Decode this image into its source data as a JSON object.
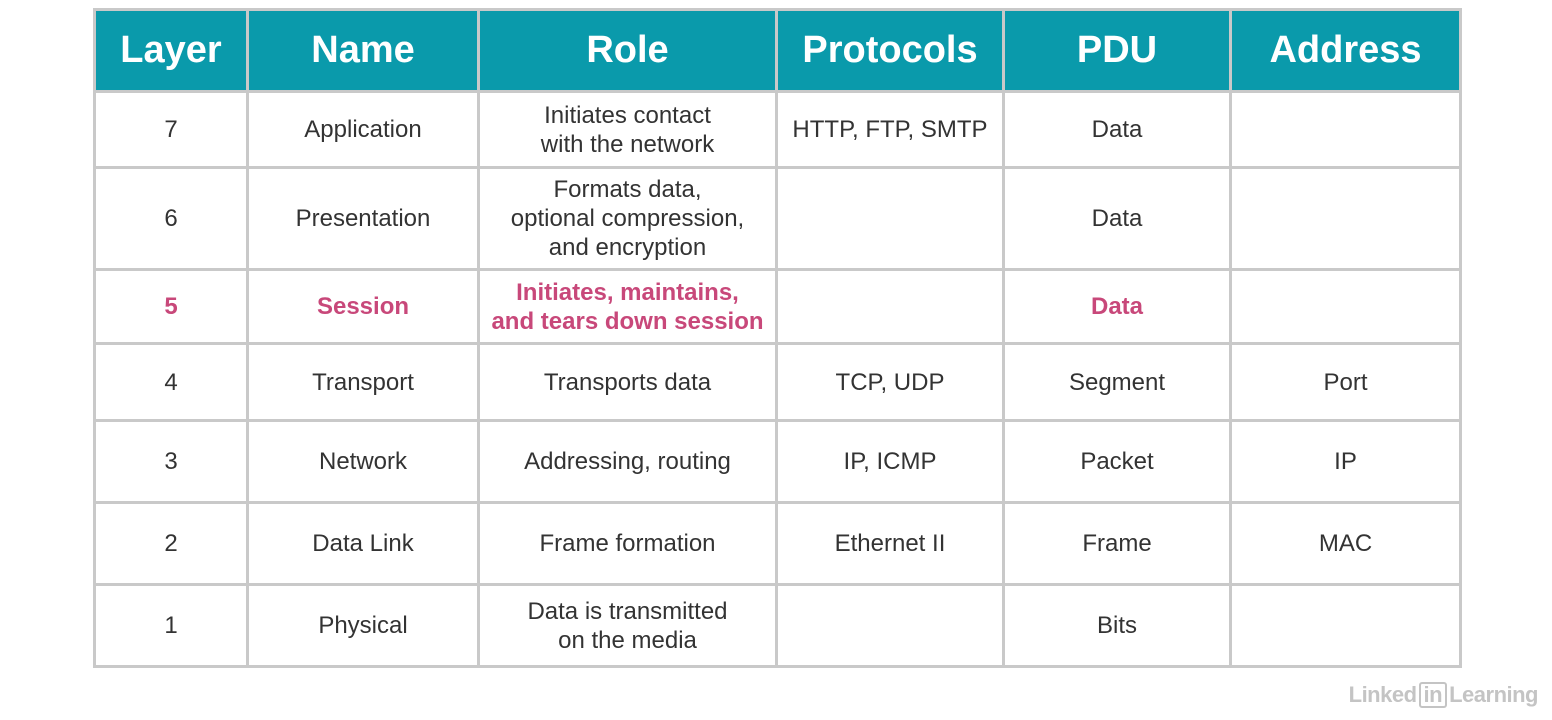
{
  "headers": [
    "Layer",
    "Name",
    "Role",
    "Protocols",
    "PDU",
    "Address"
  ],
  "rows": [
    {
      "layer": "7",
      "name": "Application",
      "role": [
        "Initiates contact",
        "with the network"
      ],
      "protocols": "HTTP, FTP, SMTP",
      "pdu": "Data",
      "address": ""
    },
    {
      "layer": "6",
      "name": "Presentation",
      "role": [
        "Formats data,",
        "optional compression,",
        "and encryption"
      ],
      "protocols": "",
      "pdu": "Data",
      "address": ""
    },
    {
      "layer": "5",
      "name": "Session",
      "role": [
        "Initiates, maintains,",
        "and tears down session"
      ],
      "protocols": "",
      "pdu": "Data",
      "address": "",
      "highlight": true
    },
    {
      "layer": "4",
      "name": "Transport",
      "role": [
        "Transports data"
      ],
      "protocols": "TCP, UDP",
      "pdu": "Segment",
      "address": "Port"
    },
    {
      "layer": "3",
      "name": "Network",
      "role": [
        "Addressing, routing"
      ],
      "protocols": "IP, ICMP",
      "pdu": "Packet",
      "address": "IP"
    },
    {
      "layer": "2",
      "name": "Data Link",
      "role": [
        "Frame formation"
      ],
      "protocols": "Ethernet II",
      "pdu": "Frame",
      "address": "MAC"
    },
    {
      "layer": "1",
      "name": "Physical",
      "role": [
        "Data is transmitted",
        "on the media"
      ],
      "protocols": "",
      "pdu": "Bits",
      "address": ""
    }
  ],
  "watermark": {
    "before": "Linked",
    "box": "in",
    "after": "Learning"
  },
  "colors": {
    "header_bg": "#0a9aab",
    "highlight_text": "#c8487a",
    "border": "#c9c9c9"
  }
}
